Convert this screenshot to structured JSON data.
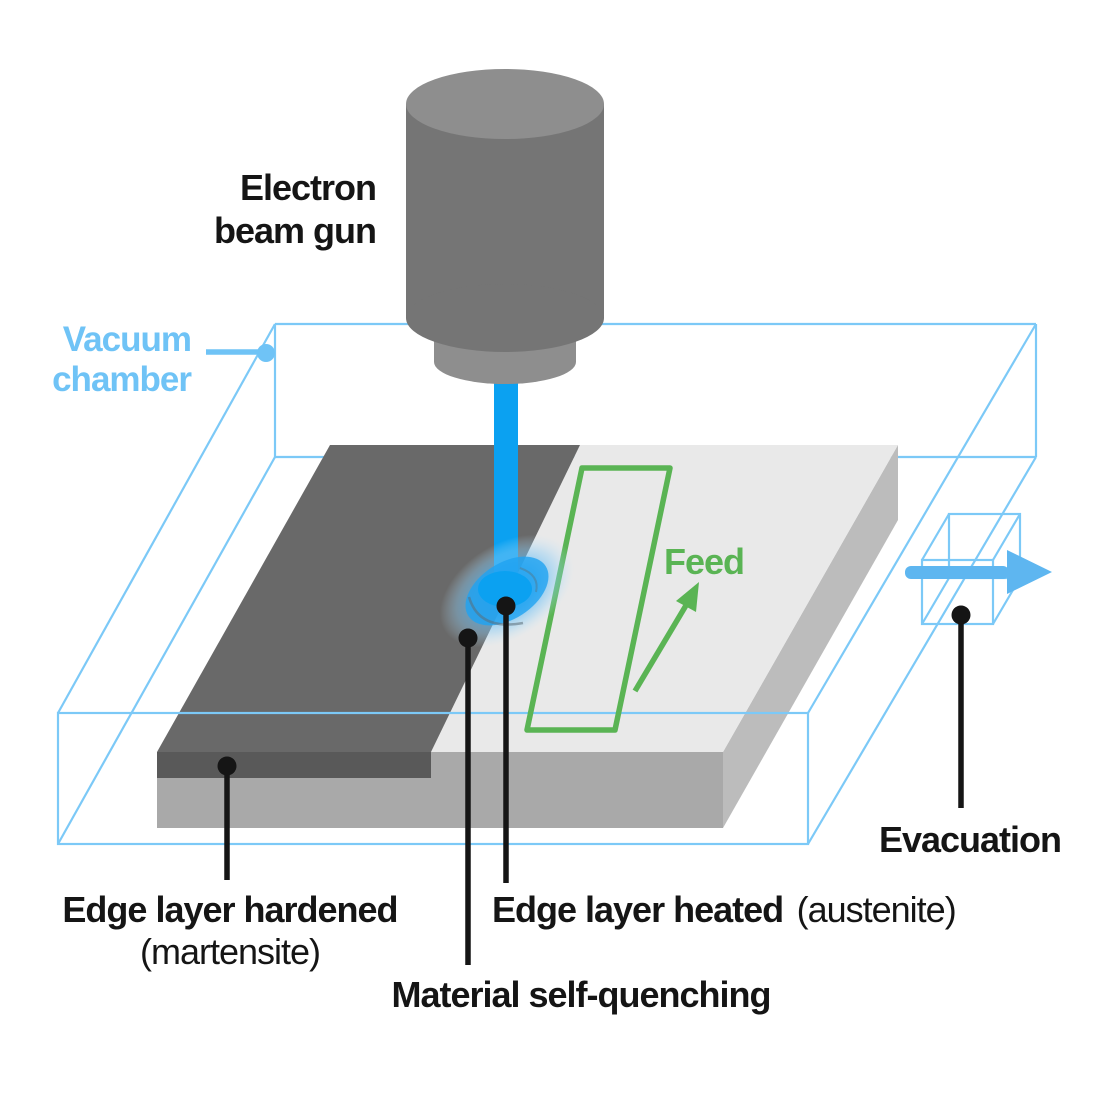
{
  "diagram_type": "electron-beam-surface-hardening-process",
  "labels": {
    "electron_beam_gun": {
      "line1": "Electron",
      "line2": "beam gun"
    },
    "vacuum_chamber": {
      "line1": "Vacuum",
      "line2": "chamber"
    },
    "feed": "Feed",
    "evacuation": "Evacuation",
    "edge_layer_hardened": {
      "line1": "Edge layer hardened",
      "line2": "(martensite)"
    },
    "edge_layer_heated": {
      "main": "Edge layer heated",
      "suffix": "(austenite)"
    },
    "material_self_quenching": "Material self-quenching"
  },
  "colors": {
    "chamber_wireframe": "#7cc9f7",
    "vacuum_label_blue": "#6fc3f6",
    "evacuation_arrow_blue": "#5eb6f0",
    "electron_beam_blue": "#0ba1f1",
    "feed_green": "#5ab454",
    "label_black": "#151515",
    "gun_body_gray": "#757575",
    "gun_cap_gray": "#8e8e8e",
    "workpiece_top_hardened": "#696969",
    "hardened_edge_strip": "#595959",
    "workpiece_top_unhardened": "#e9e9e9",
    "workpiece_front_face": "#a9a9a9",
    "workpiece_side_face": "#bcbcbc",
    "background": "#ffffff"
  }
}
